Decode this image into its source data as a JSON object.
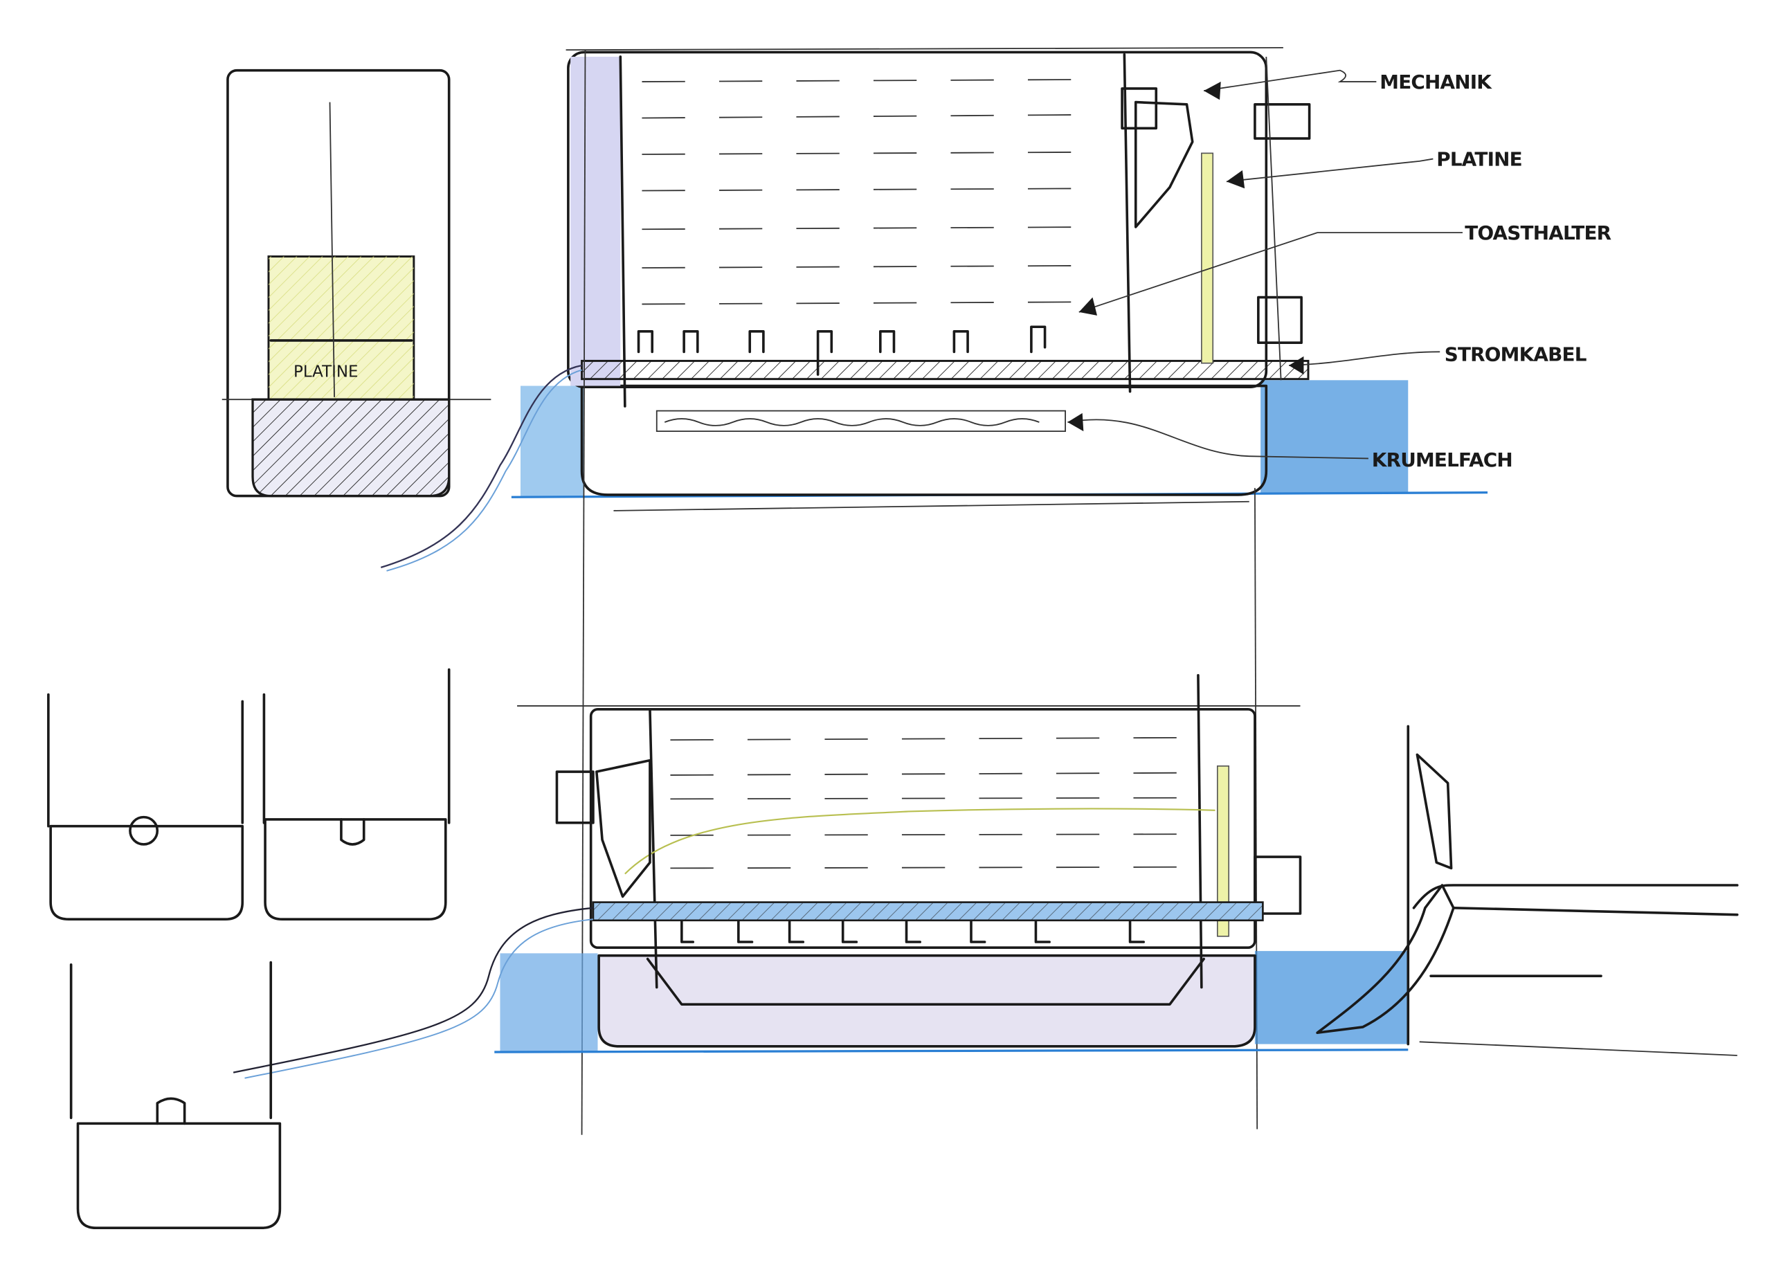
{
  "title": "Toaster concept sketch",
  "labels": {
    "mechanik": "MECHANIK",
    "platine": "PLATINE",
    "toasthalter": "TOASTHALTER",
    "stromkabel": "STROMKABEL",
    "kruemelfach": "KRUMELFACH",
    "side_platine": "PLATINE"
  },
  "colors": {
    "ink": "#1a1a1a",
    "blue": "#3d8fdc",
    "lavender": "#dcdcf2",
    "yellow": "#eef2a8"
  }
}
